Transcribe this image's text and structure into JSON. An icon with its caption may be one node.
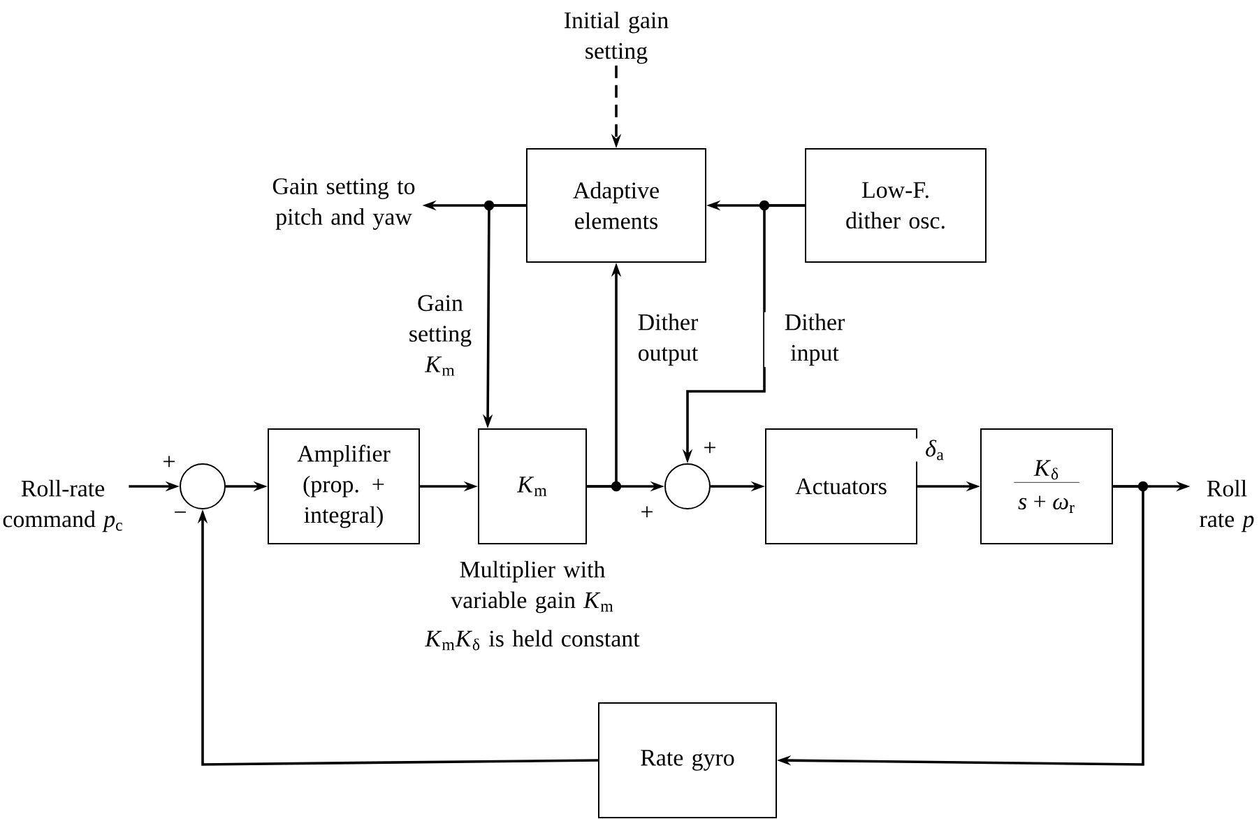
{
  "diagram": {
    "nodes": [
      {
        "text": [
          "Initial gain setting"
        ]
      },
      {
        "text": [
          "Adaptive elements"
        ]
      },
      {
        "text": [
          "Low-F. dither osc."
        ]
      },
      {
        "text": [
          "Gain setting to pitch and yaw"
        ]
      },
      {
        "text": [
          "Roll-rate command *p*$_{c}$"
        ]
      },
      {
        "text": [],
        "shape": "circle"
      },
      {
        "text": [
          "Amplifier (prop. + integral)"
        ]
      },
      {
        "text": [
          "*K*$_{m}$"
        ],
        "beside": [
          "Multiplier with variable gain *K*$_{m}$",
          "*K*$_{m}$*K*$_{δ}$ is held constant"
        ]
      },
      {
        "text": [],
        "shape": "circle"
      },
      {
        "text": [
          "Actuators"
        ]
      },
      {
        "text": [
          "*K*$_{δ}$",
          "*s* + *ω*$_{r}$"
        ]
      },
      {
        "text": [
          "Roll rate *p*"
        ]
      },
      {
        "text": [
          "Rate gyro"
        ]
      }
    ],
    "edges": [
      {
        "from": 0,
        "to": 1,
        "arrow": "to",
        "style": "dashed"
      },
      {
        "from": 1,
        "to": 3,
        "arrow": "to"
      },
      {
        "from": 1,
        "to": 7,
        "arrow": "to",
        "label": "Gain setting *K*$_{m}$"
      },
      {
        "from": 2,
        "to": 1,
        "arrow": "to"
      },
      {
        "from": 2,
        "to": 8,
        "arrow": "to",
        "label": "Dither input"
      },
      {
        "from": 4,
        "to": 5,
        "arrow": "to"
      },
      {
        "from": 5,
        "to": 6,
        "arrow": "to"
      },
      {
        "from": 6,
        "to": 7,
        "arrow": "to"
      },
      {
        "from": 7,
        "to": 8,
        "arrow": "to"
      },
      {
        "from": 7,
        "to": 1,
        "arrow": "to",
        "label": "Dither output"
      },
      {
        "from": 8,
        "to": 9,
        "arrow": "to"
      },
      {
        "from": 9,
        "to": 10,
        "arrow": "to",
        "label": "*δ*$_{a}$"
      },
      {
        "from": 10,
        "to": 11,
        "arrow": "to"
      },
      {
        "from": 10,
        "to": 12,
        "arrow": "to"
      },
      {
        "from": 12,
        "to": 5,
        "arrow": "to"
      }
    ],
    "labels": [
      "+",
      "−",
      "+",
      "+"
    ]
  }
}
